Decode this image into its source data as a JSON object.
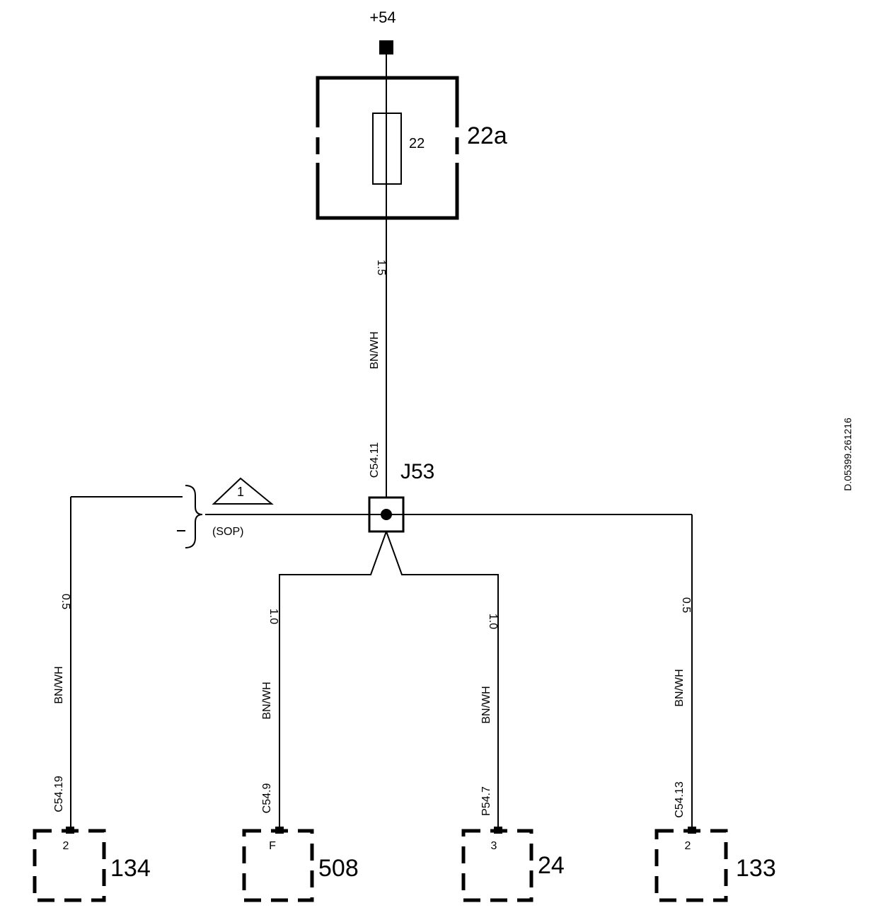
{
  "supply": {
    "label": "+54"
  },
  "fuse": {
    "box_label": "22a",
    "fuse_label": "22"
  },
  "main_wire": {
    "size": "1.5",
    "color": "BN/WH"
  },
  "junction": {
    "label": "J53",
    "connector": "C54.11"
  },
  "note": {
    "triangle_number": "1",
    "text": "(SOP)"
  },
  "branches": [
    {
      "size": "0.5",
      "color": "BN/WH",
      "connector": "C54.19",
      "pin": "2",
      "component": "134"
    },
    {
      "size": "1.0",
      "color": "BN/WH",
      "connector": "C54.9",
      "pin": "F",
      "component": "508"
    },
    {
      "size": "1.0",
      "color": "BN/WH",
      "connector": "P54.7",
      "pin": "3",
      "component": "24"
    },
    {
      "size": "0.5",
      "color": "BN/WH",
      "connector": "C54.13",
      "pin": "2",
      "component": "133"
    }
  ],
  "drawing_id": "D.05399.261216"
}
